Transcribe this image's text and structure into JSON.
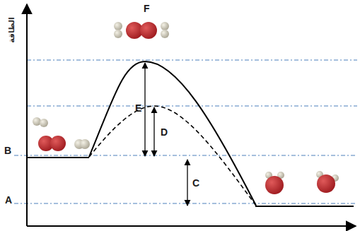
{
  "diagram": {
    "labels": [
      "الطاقة",
      "F",
      "E",
      "D",
      "B",
      "C",
      "A"
    ]
  }
}
